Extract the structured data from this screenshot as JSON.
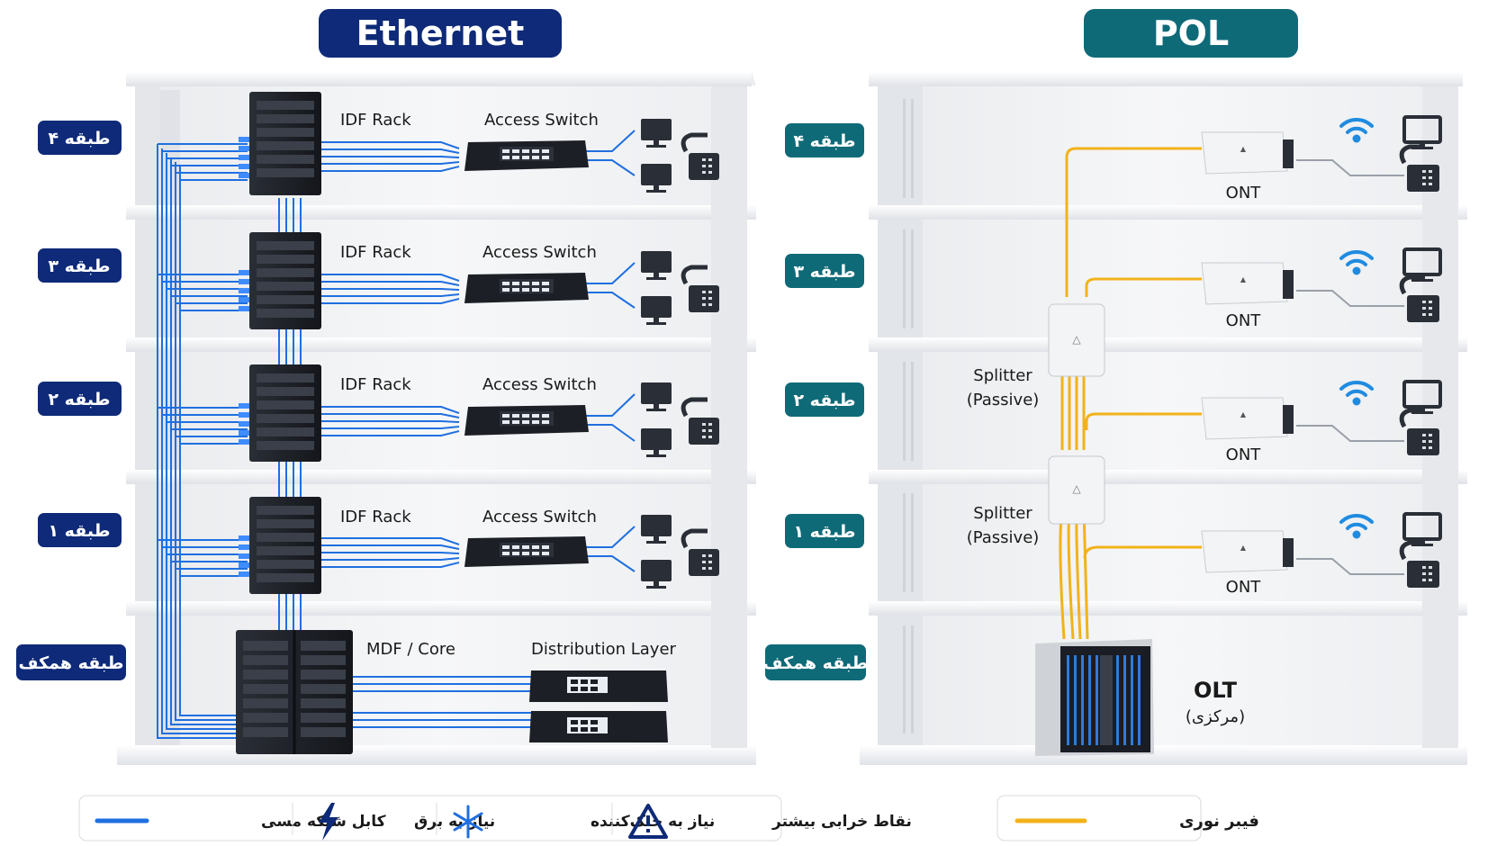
{
  "ethernet": {
    "title": "Ethernet",
    "floors": [
      "طبقه ۴",
      "طبقه ۳",
      "طبقه ۲",
      "طبقه ۱",
      "طبقه همکف"
    ],
    "idf_label": "IDF Rack",
    "access_label": "Access Switch",
    "mdf_label": "MDF / Core",
    "distribution_label": "Distribution Layer",
    "legend": {
      "cable": "کابل شبکه مسی",
      "power": "نیاز به برق",
      "cooling": "نیاز به خنک‌کننده",
      "failure": "نقاط خرابی بیشتر"
    }
  },
  "pol": {
    "title": "POL",
    "floors": [
      "طبقه ۴",
      "طبقه ۳",
      "طبقه ۲",
      "طبقه ۱",
      "طبقه همکف"
    ],
    "ont_label": "ONT",
    "splitter_label": "Splitter",
    "splitter_sub": "(Passive)",
    "olt_label": "OLT",
    "olt_sub": "(مرکزی)",
    "legend": {
      "fiber": "فیبر نوری"
    }
  },
  "colors": {
    "ethernet_accent": "#0e2a78",
    "pol_accent": "#0f6a78",
    "copper_cable": "#1f6fe0",
    "fiber_cable": "#f2b21b",
    "building": "#f4f5f7",
    "device_dark": "#1c1f26"
  },
  "icons": [
    "server-rack-icon",
    "switch-icon",
    "monitor-icon",
    "phone-icon",
    "wifi-icon",
    "ont-icon",
    "splitter-icon",
    "olt-icon",
    "lightning-icon",
    "snowflake-icon",
    "warning-icon"
  ]
}
